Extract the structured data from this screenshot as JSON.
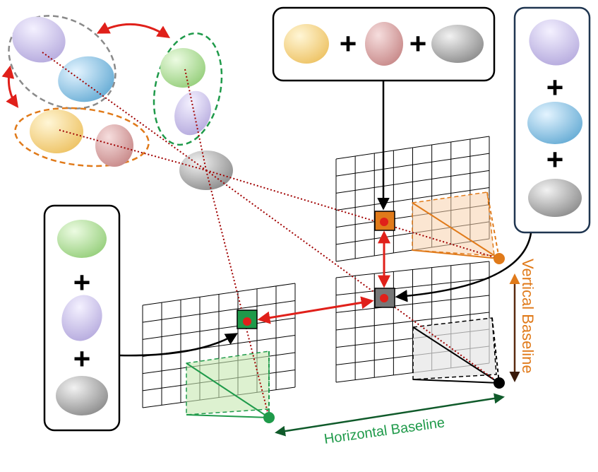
{
  "labels": {
    "vertical_baseline": "Vertical Baseline",
    "horizontal_baseline": "Horizontal Baseline"
  },
  "colors": {
    "purple": "#c9c1ec",
    "blue": "#86c3e6",
    "yellow": "#f8d98a",
    "pink": "#d9a3a3",
    "green": "#b6e3a2",
    "gray": "#a9a9a9",
    "orange": "#e07a1a",
    "green_accent": "#1f9a4a",
    "dark_green": "#0f5a2a",
    "red": "#e0201a",
    "dark_red": "#a00000",
    "gray_cell": "#777777"
  },
  "groups": {
    "top_box": [
      "yellow",
      "pink",
      "gray"
    ],
    "right_box": [
      "purple",
      "blue",
      "gray"
    ],
    "left_box": [
      "green",
      "purple",
      "gray"
    ]
  }
}
